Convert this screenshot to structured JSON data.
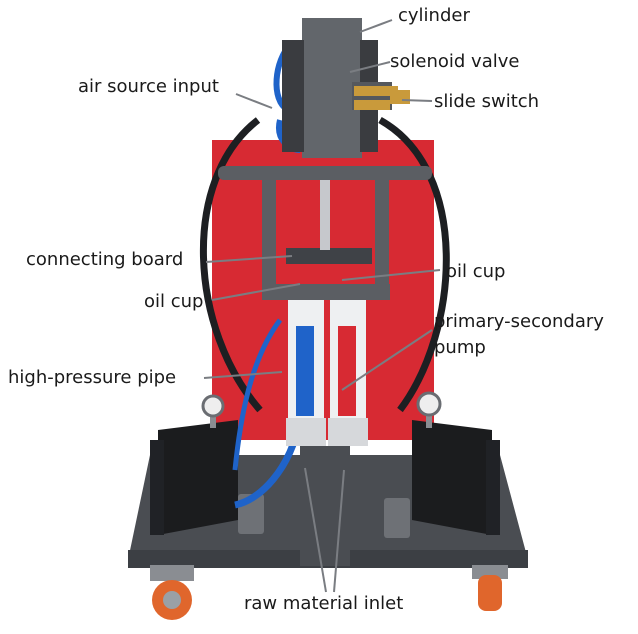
{
  "labels": {
    "cylinder": "cylinder",
    "solenoid_valve": "solenoid valve",
    "air_source_input": "air source input",
    "slide_switch": "slide switch",
    "connecting_board": "connecting board",
    "oil_cup_right": "oil cup",
    "oil_cup_left": "oil cup",
    "primary_secondary_pump_line1": "primary-secondary",
    "primary_secondary_pump_line2": "pump",
    "high_pressure_pipe": "high-pressure pipe",
    "raw_material_inlet": "raw material inlet"
  },
  "colors": {
    "panel_red": "#d72a33",
    "frame_gray": "#5b5e63",
    "base_gray": "#4a4d52",
    "hose_black": "#1d1f22",
    "hose_blue": "#1f63c9",
    "wheel_orange": "#e0662c",
    "brass": "#c99a3b"
  }
}
